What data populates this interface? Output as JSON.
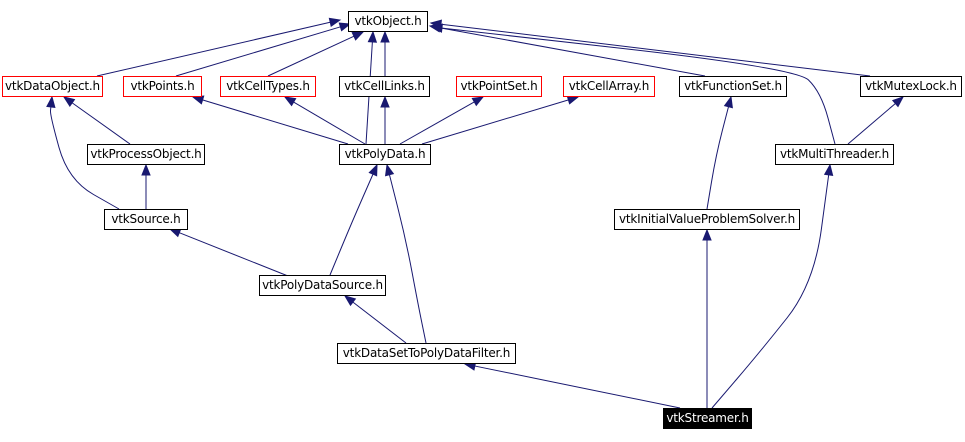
{
  "colors": {
    "edge": "#191970",
    "documented_border": "#000000",
    "external_border": "#ff0000",
    "current_fill": "#000000",
    "current_text": "#ffffff"
  },
  "nodes": {
    "vtkObject": {
      "label": "vtkObject.h"
    },
    "vtkDataObject": {
      "label": "vtkDataObject.h"
    },
    "vtkPoints": {
      "label": "vtkPoints.h"
    },
    "vtkCellTypes": {
      "label": "vtkCellTypes.h"
    },
    "vtkCellLinks": {
      "label": "vtkCellLinks.h"
    },
    "vtkPointSet": {
      "label": "vtkPointSet.h"
    },
    "vtkCellArray": {
      "label": "vtkCellArray.h"
    },
    "vtkFunctionSet": {
      "label": "vtkFunctionSet.h"
    },
    "vtkMutexLock": {
      "label": "vtkMutexLock.h"
    },
    "vtkProcessObject": {
      "label": "vtkProcessObject.h"
    },
    "vtkPolyData": {
      "label": "vtkPolyData.h"
    },
    "vtkMultiThreader": {
      "label": "vtkMultiThreader.h"
    },
    "vtkSource": {
      "label": "vtkSource.h"
    },
    "vtkInitialValueProblemSolver": {
      "label": "vtkInitialValueProblemSolver.h"
    },
    "vtkPolyDataSource": {
      "label": "vtkPolyDataSource.h"
    },
    "vtkDataSetToPolyDataFilter": {
      "label": "vtkDataSetToPolyDataFilter.h"
    },
    "vtkStreamer": {
      "label": "vtkStreamer.h"
    }
  },
  "edges": [
    {
      "from": "vtkDataObject",
      "to": "vtkObject"
    },
    {
      "from": "vtkPoints",
      "to": "vtkObject"
    },
    {
      "from": "vtkCellTypes",
      "to": "vtkObject"
    },
    {
      "from": "vtkCellLinks",
      "to": "vtkObject"
    },
    {
      "from": "vtkFunctionSet",
      "to": "vtkObject"
    },
    {
      "from": "vtkMutexLock",
      "to": "vtkObject"
    },
    {
      "from": "vtkMultiThreader",
      "to": "vtkObject"
    },
    {
      "from": "vtkPolyData",
      "to": "vtkObject"
    },
    {
      "from": "vtkProcessObject",
      "to": "vtkDataObject"
    },
    {
      "from": "vtkSource",
      "to": "vtkDataObject"
    },
    {
      "from": "vtkSource",
      "to": "vtkProcessObject"
    },
    {
      "from": "vtkPolyData",
      "to": "vtkPoints"
    },
    {
      "from": "vtkPolyData",
      "to": "vtkCellTypes"
    },
    {
      "from": "vtkPolyData",
      "to": "vtkCellLinks"
    },
    {
      "from": "vtkPolyData",
      "to": "vtkPointSet"
    },
    {
      "from": "vtkPolyData",
      "to": "vtkCellArray"
    },
    {
      "from": "vtkMultiThreader",
      "to": "vtkMutexLock"
    },
    {
      "from": "vtkInitialValueProblemSolver",
      "to": "vtkFunctionSet"
    },
    {
      "from": "vtkPolyDataSource",
      "to": "vtkSource"
    },
    {
      "from": "vtkPolyDataSource",
      "to": "vtkPolyData"
    },
    {
      "from": "vtkDataSetToPolyDataFilter",
      "to": "vtkPolyDataSource"
    },
    {
      "from": "vtkDataSetToPolyDataFilter",
      "to": "vtkPolyData"
    },
    {
      "from": "vtkStreamer",
      "to": "vtkDataSetToPolyDataFilter"
    },
    {
      "from": "vtkStreamer",
      "to": "vtkInitialValueProblemSolver"
    },
    {
      "from": "vtkStreamer",
      "to": "vtkMultiThreader"
    }
  ]
}
